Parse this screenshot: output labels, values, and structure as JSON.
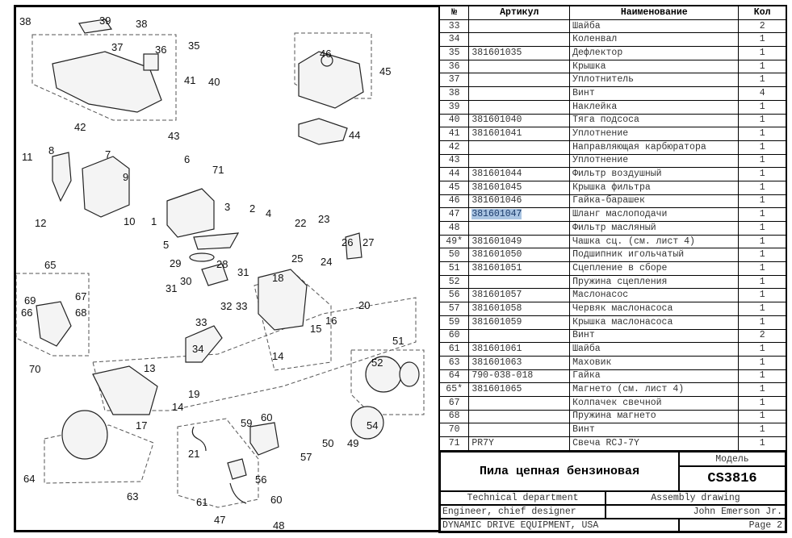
{
  "table": {
    "headers": {
      "num": "№",
      "article": "Артикул",
      "name": "Наименование",
      "qty": "Кол"
    },
    "rows": [
      {
        "num": "33",
        "article": "",
        "name": "Шайба",
        "qty": "2"
      },
      {
        "num": "34",
        "article": "",
        "name": "Коленвал",
        "qty": "1"
      },
      {
        "num": "35",
        "article": "381601035",
        "name": "Дефлектор",
        "qty": "1"
      },
      {
        "num": "36",
        "article": "",
        "name": "Крышка",
        "qty": "1"
      },
      {
        "num": "37",
        "article": "",
        "name": "Уплотнитель",
        "qty": "1"
      },
      {
        "num": "38",
        "article": "",
        "name": "Винт",
        "qty": "4"
      },
      {
        "num": "39",
        "article": "",
        "name": "Наклейка",
        "qty": "1"
      },
      {
        "num": "40",
        "article": "381601040",
        "name": "Тяга подсоса",
        "qty": "1"
      },
      {
        "num": "41",
        "article": "381601041",
        "name": "Уплотнение",
        "qty": "1"
      },
      {
        "num": "42",
        "article": "",
        "name": "Направляющая карбюратора",
        "qty": "1"
      },
      {
        "num": "43",
        "article": "",
        "name": "Уплотнение",
        "qty": "1"
      },
      {
        "num": "44",
        "article": "381601044",
        "name": "Фильтр воздушный",
        "qty": "1"
      },
      {
        "num": "45",
        "article": "381601045",
        "name": "Крышка фильтра",
        "qty": "1"
      },
      {
        "num": "46",
        "article": "381601046",
        "name": "Гайка-барашек",
        "qty": "1"
      },
      {
        "num": "47",
        "article": "381601047",
        "name": "Шланг маслоподачи",
        "qty": "1",
        "selected": true
      },
      {
        "num": "48",
        "article": "",
        "name": "Фильтр масляный",
        "qty": "1"
      },
      {
        "num": "49*",
        "article": "381601049",
        "name": "Чашка сц. (см. лист 4)",
        "qty": "1"
      },
      {
        "num": "50",
        "article": "381601050",
        "name": "Подшипник игольчатый",
        "qty": "1"
      },
      {
        "num": "51",
        "article": "381601051",
        "name": "Сцепление в сборе",
        "qty": "1"
      },
      {
        "num": "52",
        "article": "",
        "name": "Пружина сцепления",
        "qty": "1"
      },
      {
        "num": "56",
        "article": "381601057",
        "name": "Маслонасос",
        "qty": "1"
      },
      {
        "num": "57",
        "article": "381601058",
        "name": "Червяк маслонасоса",
        "qty": "1"
      },
      {
        "num": "59",
        "article": "381601059",
        "name": "Крышка маслонасоса",
        "qty": "1"
      },
      {
        "num": "60",
        "article": "",
        "name": "Винт",
        "qty": "2"
      },
      {
        "num": "61",
        "article": "381601061",
        "name": "Шайба",
        "qty": "1"
      },
      {
        "num": "63",
        "article": "381601063",
        "name": "Маховик",
        "qty": "1"
      },
      {
        "num": "64",
        "article": "790-038-018",
        "name": "Гайка",
        "qty": "1"
      },
      {
        "num": "65*",
        "article": "381601065",
        "name": "Магнето (см. лист 4)",
        "qty": "1"
      },
      {
        "num": "67",
        "article": "",
        "name": "Колпачек свечной",
        "qty": "1"
      },
      {
        "num": "68",
        "article": "",
        "name": "Пружина магнето",
        "qty": "1"
      },
      {
        "num": "70",
        "article": "",
        "name": "Винт",
        "qty": "1"
      },
      {
        "num": "71",
        "article": "PR7Y",
        "name": "Свеча RCJ-7Y",
        "qty": "1"
      }
    ]
  },
  "title_block": {
    "product": "Пила цепная бензиновая",
    "model_label": "Модель",
    "model": "CS3816",
    "department": "Technical department",
    "doc_type": "Assembly drawing",
    "role": "Engineer, chief designer",
    "person": "John Emerson Jr.",
    "company": "DYNAMIC DRIVE EQUIPMENT, USA",
    "page": "Page 2"
  },
  "diagram": {
    "callouts": [
      "38",
      "39",
      "38",
      "37",
      "36",
      "35",
      "41",
      "40",
      "42",
      "43",
      "46",
      "45",
      "44",
      "8",
      "7",
      "11",
      "6",
      "71",
      "9",
      "10",
      "1",
      "3",
      "2",
      "4",
      "12",
      "22",
      "23",
      "26",
      "27",
      "5",
      "29",
      "28",
      "31",
      "25",
      "24",
      "18",
      "30",
      "31",
      "65",
      "67",
      "69",
      "68",
      "66",
      "32",
      "33",
      "33",
      "34",
      "20",
      "16",
      "15",
      "14",
      "70",
      "13",
      "19",
      "51",
      "52",
      "14",
      "17",
      "59",
      "60",
      "21",
      "57",
      "50",
      "49",
      "54",
      "64",
      "63",
      "56",
      "61",
      "60",
      "47",
      "48"
    ]
  }
}
